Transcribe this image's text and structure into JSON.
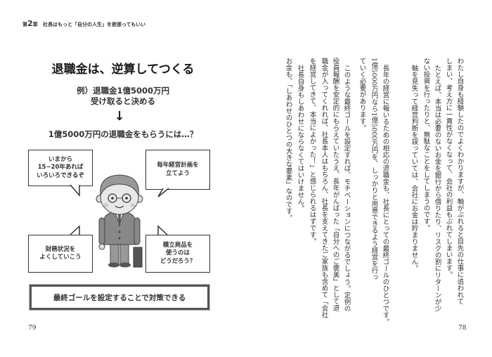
{
  "header": {
    "chapter_prefix": "第",
    "chapter_number": "2",
    "chapter_suffix": "章",
    "chapter_title": "社長はもっと「自分の人生」を欲張ってもいい"
  },
  "left_page": {
    "title": "退職金は、逆算してつくる",
    "example_line1": "例）退職金1億5000万円",
    "example_line2": "受け取ると決める",
    "arrow": "↓",
    "question": "1億5000万円の退職金をもらうには…？",
    "bubbles": [
      "いまから\n15~20年あれば\nいろいろできるぞ",
      "毎年経営計画を\n立てよう",
      "財務状況を\nよくしていこう",
      "積立商品を\n使うのは\nどうだろう？"
    ],
    "conclusion": "最終ゴールを設定することで対策できる",
    "page_number": "79"
  },
  "right_page": {
    "columns": [
      "わたし自身も経験したのでよくわかりますが、軸がぶれると目先の仕事に追われて",
      "しまい、考え方に一貫性がなくなって、会社の利益もぶれてしまいます。",
      "たとえば、本当は必要のないお金を銀行から借りたり、リスクの割にリターンが少",
      "ない投資を行ったりと、無駄なことをしてしまうのです。",
      "軸を見失って経営判断を誤っていては、会社にお金は貯まりません。",
      "長年の経営に報いるための相応の退職金も、社長にとっての最終ゴールのひとつです。",
      "1億5000万円なら1億5000万円を、しっかりと用意できるよう経営を行っ",
      "ていく必要があります。",
      "このような最終ゴールを設定すれば、モチベーションにつながるでしょう。定例の",
      "役員報酬を安定的にもらえていたうえ、長年がんばった「自分へのご褒美」として退",
      "職金が入ってくれれば、社長本人はもちろん、社長を支えてきたご家族も含めて「会社",
      "を経営してきて、本当によかった！」と感じられるはずです。",
      "社長自身もしあわせにならなくてはいけません。",
      "お金も、「しあわせのひとつの大きな要素」なのです。"
    ],
    "page_number": "78"
  }
}
